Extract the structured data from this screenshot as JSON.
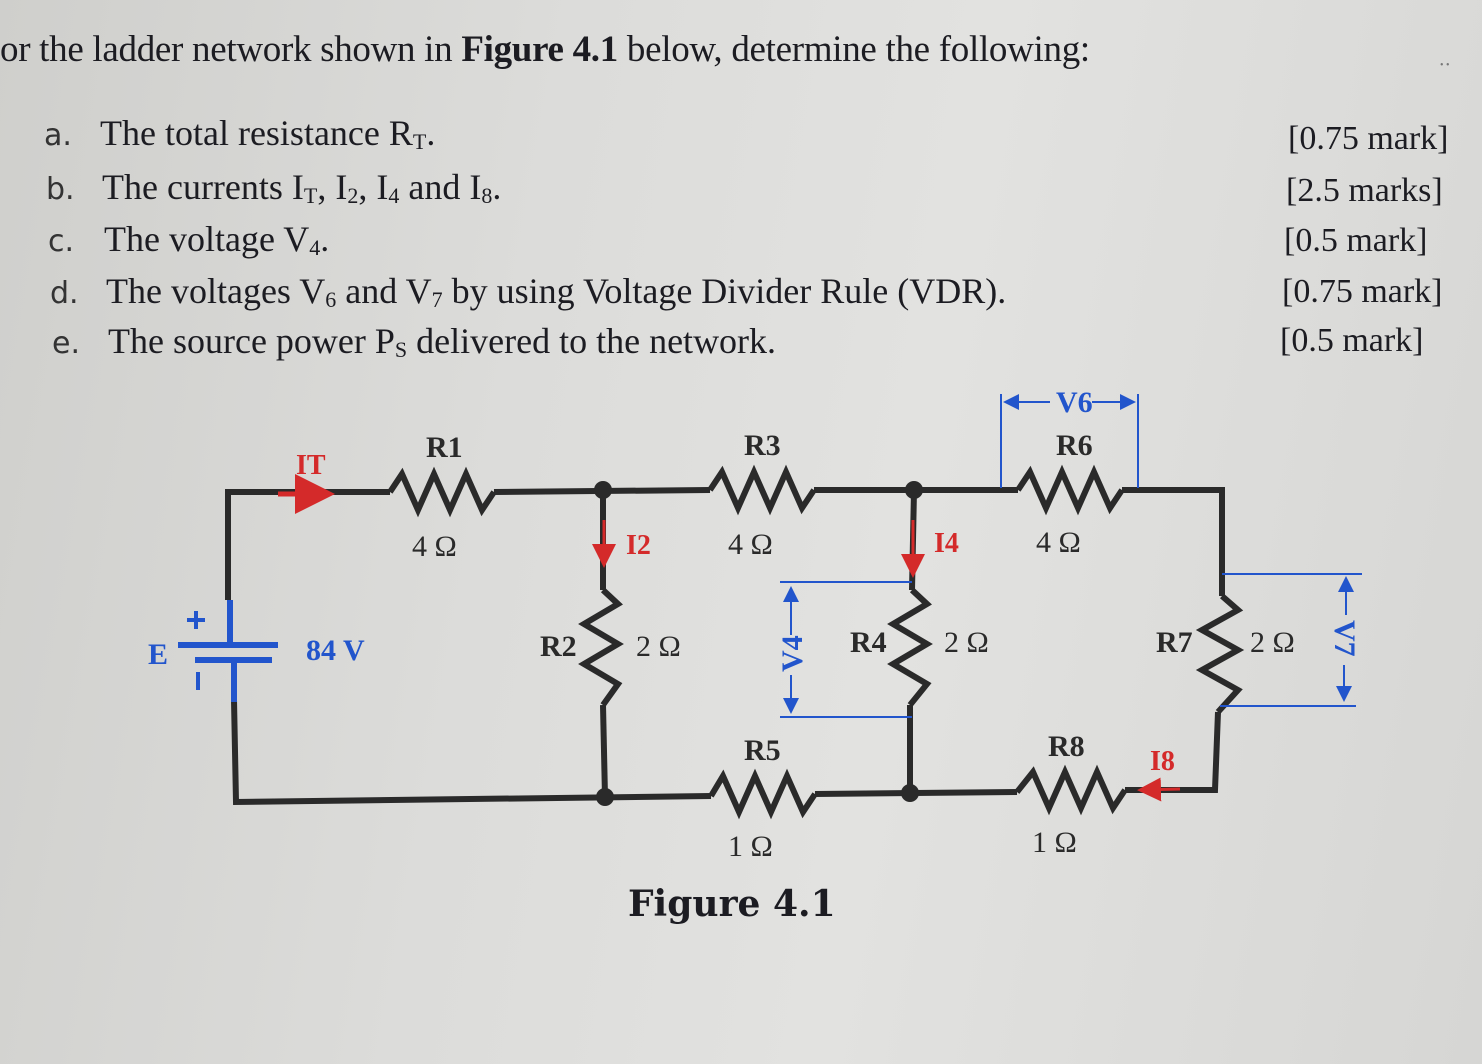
{
  "intro": {
    "pre": "or the ladder network shown in ",
    "bold": "Figure 4.1",
    "post": " below, determine the following:"
  },
  "questions": [
    {
      "letter": "a.",
      "t1": "The total resistance R",
      "s1": "T",
      "t2": ".",
      "mark": "[0.75 mark]"
    },
    {
      "letter": "b.",
      "t1": "The currents I",
      "s1": "T",
      "t2": ", I",
      "s2": "2",
      "t3": ", I",
      "s3": "4",
      "t4": " and I",
      "s4": "8",
      "t5": ".",
      "mark": "[2.5 marks]"
    },
    {
      "letter": "c.",
      "t1": "The voltage V",
      "s1": "4",
      "t2": ".",
      "mark": "[0.5 mark]"
    },
    {
      "letter": "d.",
      "t1": "The voltages V",
      "s1": "6",
      "t2": " and V",
      "s2": "7",
      "t3": " by using Voltage Divider Rule (VDR).",
      "mark": "[0.75 mark]"
    },
    {
      "letter": "e.",
      "t1": "The source power P",
      "s1": "S",
      "t2": " delivered to the network.",
      "mark": "[0.5 mark]"
    }
  ],
  "circuit": {
    "source": {
      "name": "E",
      "value": "84 V"
    },
    "resistors": [
      {
        "name": "R1",
        "value": "4 Ω"
      },
      {
        "name": "R2",
        "value": "2 Ω"
      },
      {
        "name": "R3",
        "value": "4 Ω"
      },
      {
        "name": "R4",
        "value": "2 Ω"
      },
      {
        "name": "R5",
        "value": "1 Ω"
      },
      {
        "name": "R6",
        "value": "4 Ω"
      },
      {
        "name": "R7",
        "value": "2 Ω"
      },
      {
        "name": "R8",
        "value": "1 Ω"
      }
    ],
    "currents": {
      "IT": "IT",
      "I2": "I2",
      "I4": "I4",
      "I8": "I8"
    },
    "voltages": {
      "V4": "V4",
      "V6": "V6",
      "V7": "V7"
    },
    "colors": {
      "wire": "#2a2a2a",
      "current": "#d42a2a",
      "voltage": "#2255cc"
    }
  },
  "figure_caption": "Figure 4.1"
}
